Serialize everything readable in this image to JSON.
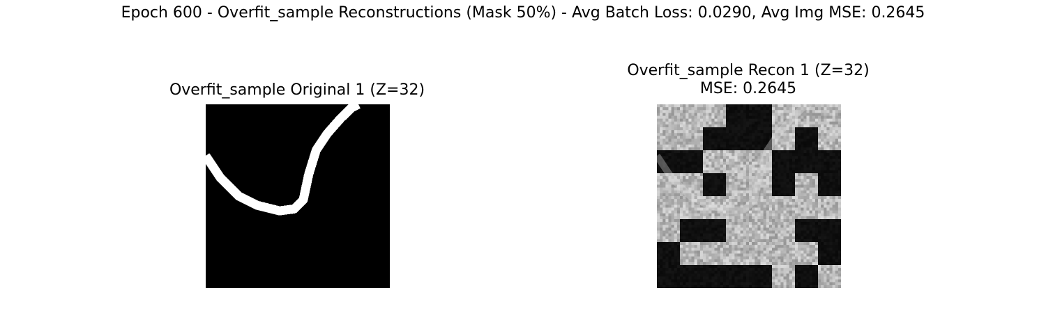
{
  "figure": {
    "suptitle": "Epoch 600 - Overfit_sample Reconstructions (Mask 50%) - Avg Batch Loss: 0.0290, Avg Img MSE: 0.2645"
  },
  "panels": [
    {
      "title": "Overfit_sample Original 1 (Z=32)"
    },
    {
      "title_line1": "Overfit_sample Recon 1 (Z=32)",
      "title_line2": "MSE: 0.2645"
    }
  ],
  "chart_data": [
    {
      "type": "heatmap",
      "title": "Overfit_sample Original 1 (Z=32)",
      "colormap": "gray",
      "grid": false,
      "axes_visible": false,
      "stroke_path": [
        [
          0.0,
          0.28
        ],
        [
          0.08,
          0.4
        ],
        [
          0.18,
          0.5
        ],
        [
          0.28,
          0.55
        ],
        [
          0.4,
          0.58
        ],
        [
          0.48,
          0.57
        ],
        [
          0.53,
          0.52
        ],
        [
          0.56,
          0.38
        ],
        [
          0.6,
          0.25
        ],
        [
          0.66,
          0.16
        ],
        [
          0.73,
          0.08
        ],
        [
          0.79,
          0.02
        ],
        [
          0.83,
          0.0
        ]
      ],
      "stroke_value": 1,
      "background_value": 0
    },
    {
      "type": "heatmap",
      "title": "Overfit_sample Recon 1 (Z=32)\nMSE: 0.2645",
      "colormap": "gray",
      "grid": false,
      "axes_visible": false,
      "block_grid": [
        [
          1,
          1,
          1,
          0,
          0,
          1,
          1,
          1
        ],
        [
          1,
          1,
          0,
          0,
          0,
          1,
          0,
          1
        ],
        [
          0,
          0,
          1,
          1,
          1,
          0,
          0,
          0
        ],
        [
          1,
          1,
          0,
          1,
          1,
          0,
          1,
          0
        ],
        [
          1,
          1,
          1,
          1,
          1,
          1,
          1,
          1
        ],
        [
          1,
          0,
          0,
          1,
          1,
          1,
          0,
          0
        ],
        [
          0,
          1,
          1,
          1,
          1,
          1,
          1,
          0
        ],
        [
          0,
          0,
          0,
          0,
          0,
          1,
          0,
          1
        ]
      ],
      "block_values": {
        "visible": 0.72,
        "masked": 0.06
      }
    }
  ]
}
